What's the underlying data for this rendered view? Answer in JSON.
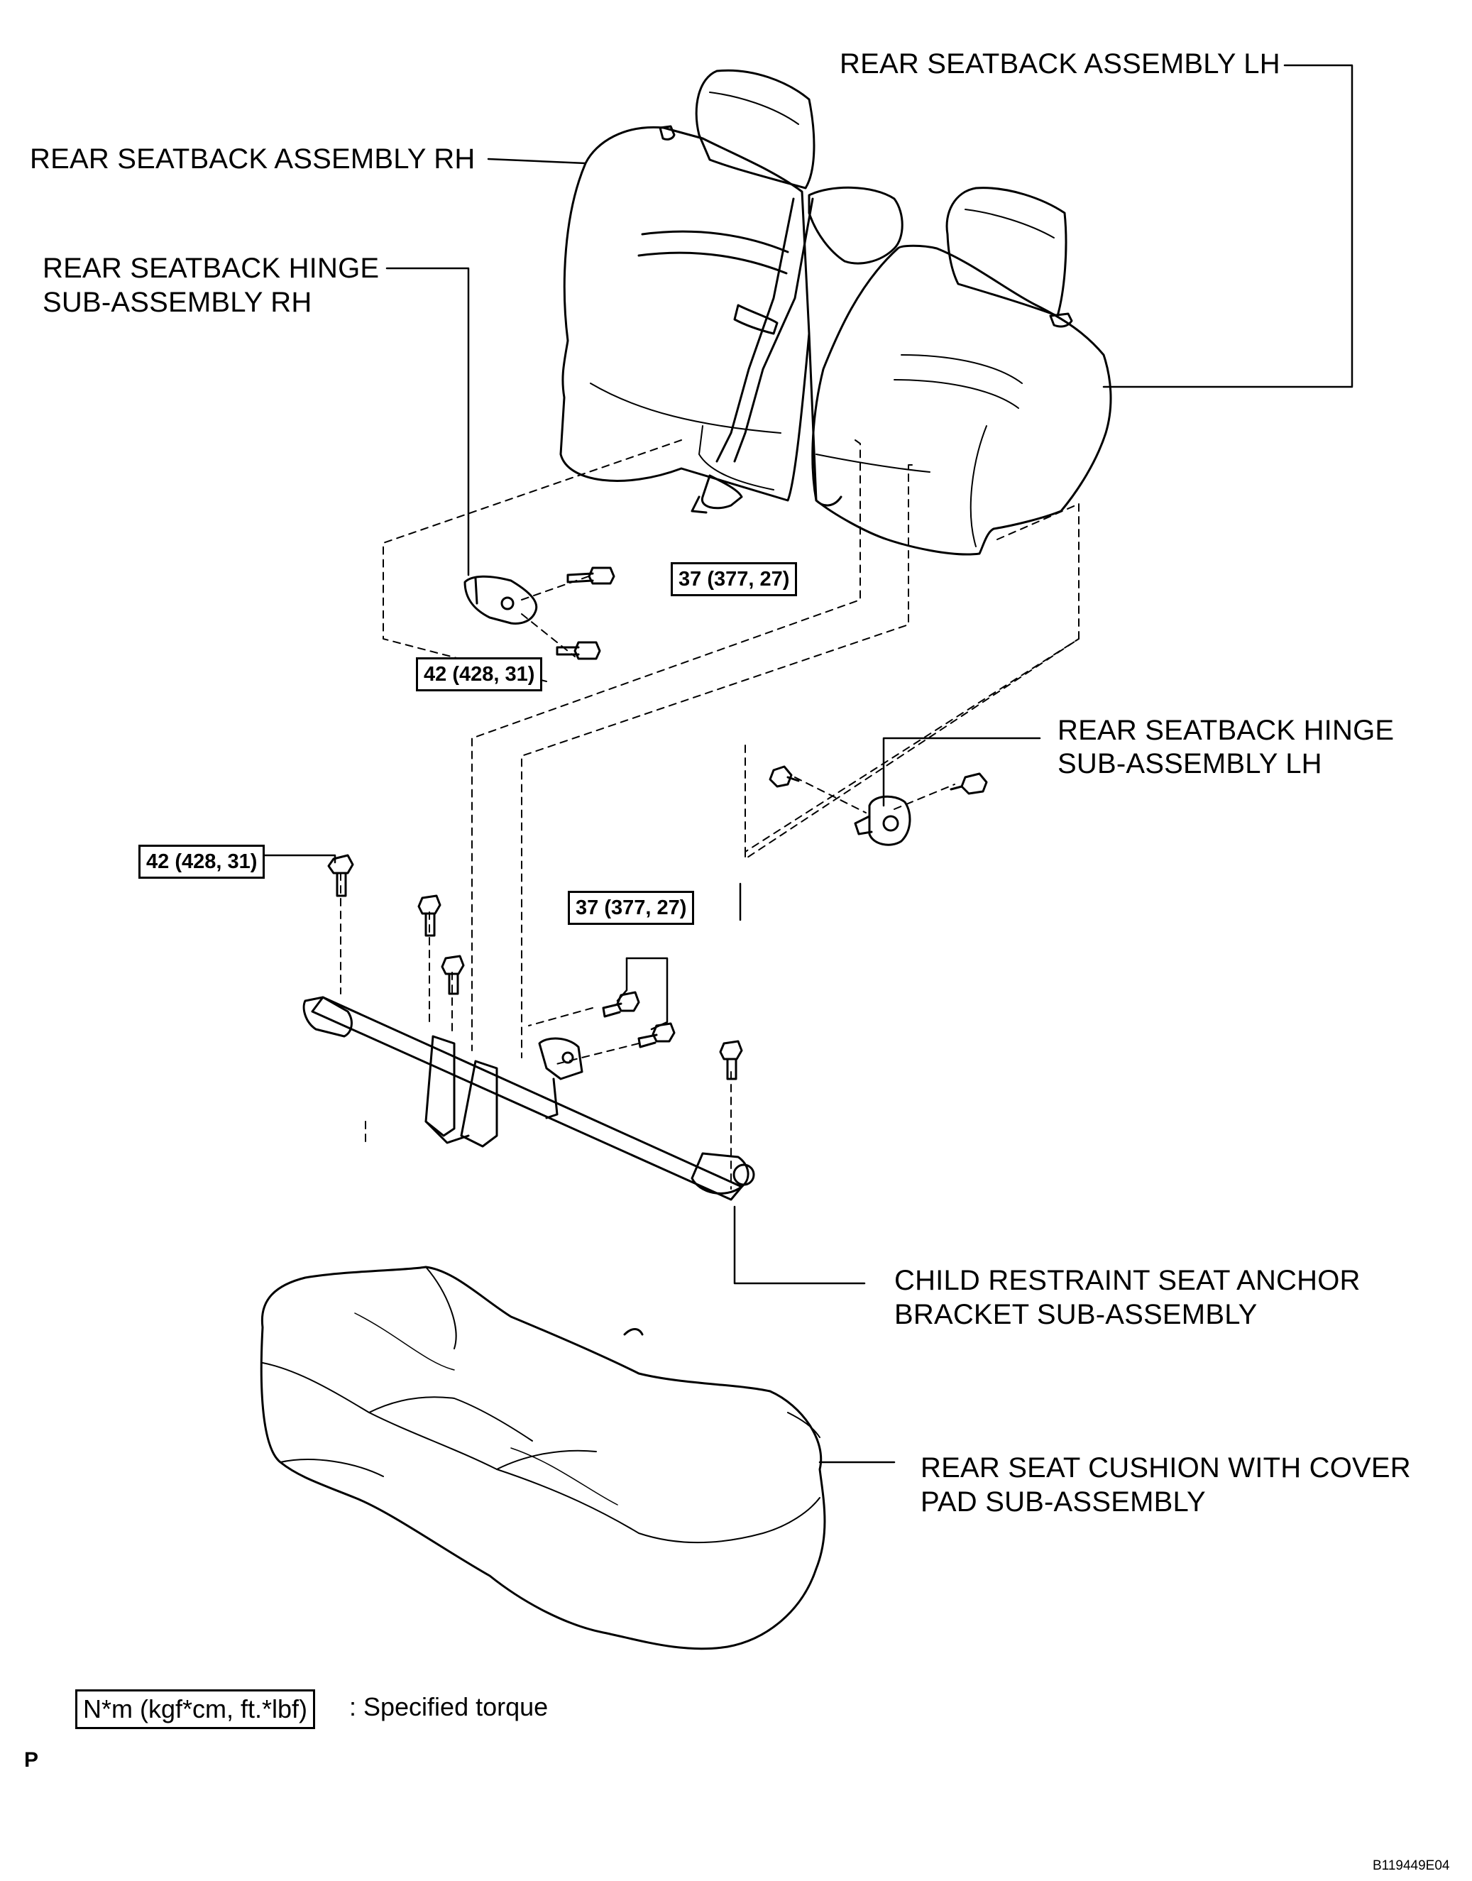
{
  "labels": {
    "seatback_lh": "REAR SEATBACK ASSEMBLY LH",
    "seatback_rh": "REAR SEATBACK ASSEMBLY RH",
    "hinge_rh_line1": "REAR SEATBACK HINGE",
    "hinge_rh_line2": "SUB-ASSEMBLY RH",
    "hinge_lh_line1": "REAR SEATBACK HINGE",
    "hinge_lh_line2": "SUB-ASSEMBLY LH",
    "anchor_line1": "CHILD RESTRAINT SEAT ANCHOR",
    "anchor_line2": "BRACKET SUB-ASSEMBLY",
    "cushion_line1": "REAR SEAT CUSHION WITH COVER",
    "cushion_line2": "PAD SUB-ASSEMBLY"
  },
  "torques": {
    "hinge_rh_upper": "37 (377, 27)",
    "hinge_rh_lower": "42 (428, 31)",
    "bracket_left": "42 (428, 31)",
    "bracket_center": "37 (377, 27)"
  },
  "legend": {
    "box": "N*m (kgf*cm, ft.*lbf)",
    "text": ": Specified torque"
  },
  "corner_letter": "P",
  "figure_code": "B119449E04"
}
